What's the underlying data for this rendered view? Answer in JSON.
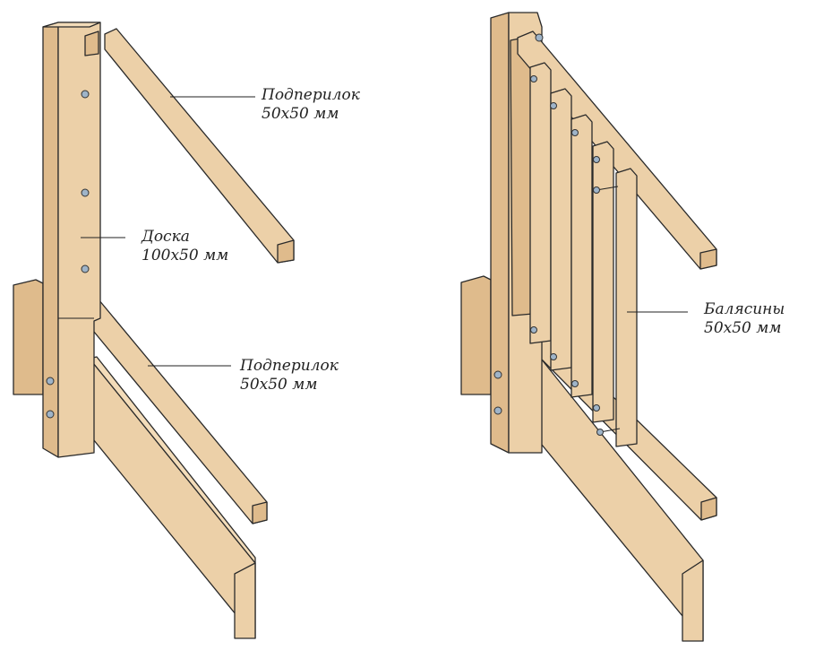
{
  "labels": {
    "top_rail_left": {
      "name": "Подперилок",
      "size": "50х50 мм"
    },
    "board": {
      "name": "Доска",
      "size": "100х50 мм"
    },
    "middle_rail": {
      "name": "Подперилок",
      "size": "50х50 мм"
    },
    "balusters": {
      "name": "Балясины",
      "size": "50х50 мм"
    }
  },
  "colors": {
    "wood_light": "#ecd0a8",
    "wood_dark": "#dfbb8c",
    "outline": "#2a2a2a"
  }
}
